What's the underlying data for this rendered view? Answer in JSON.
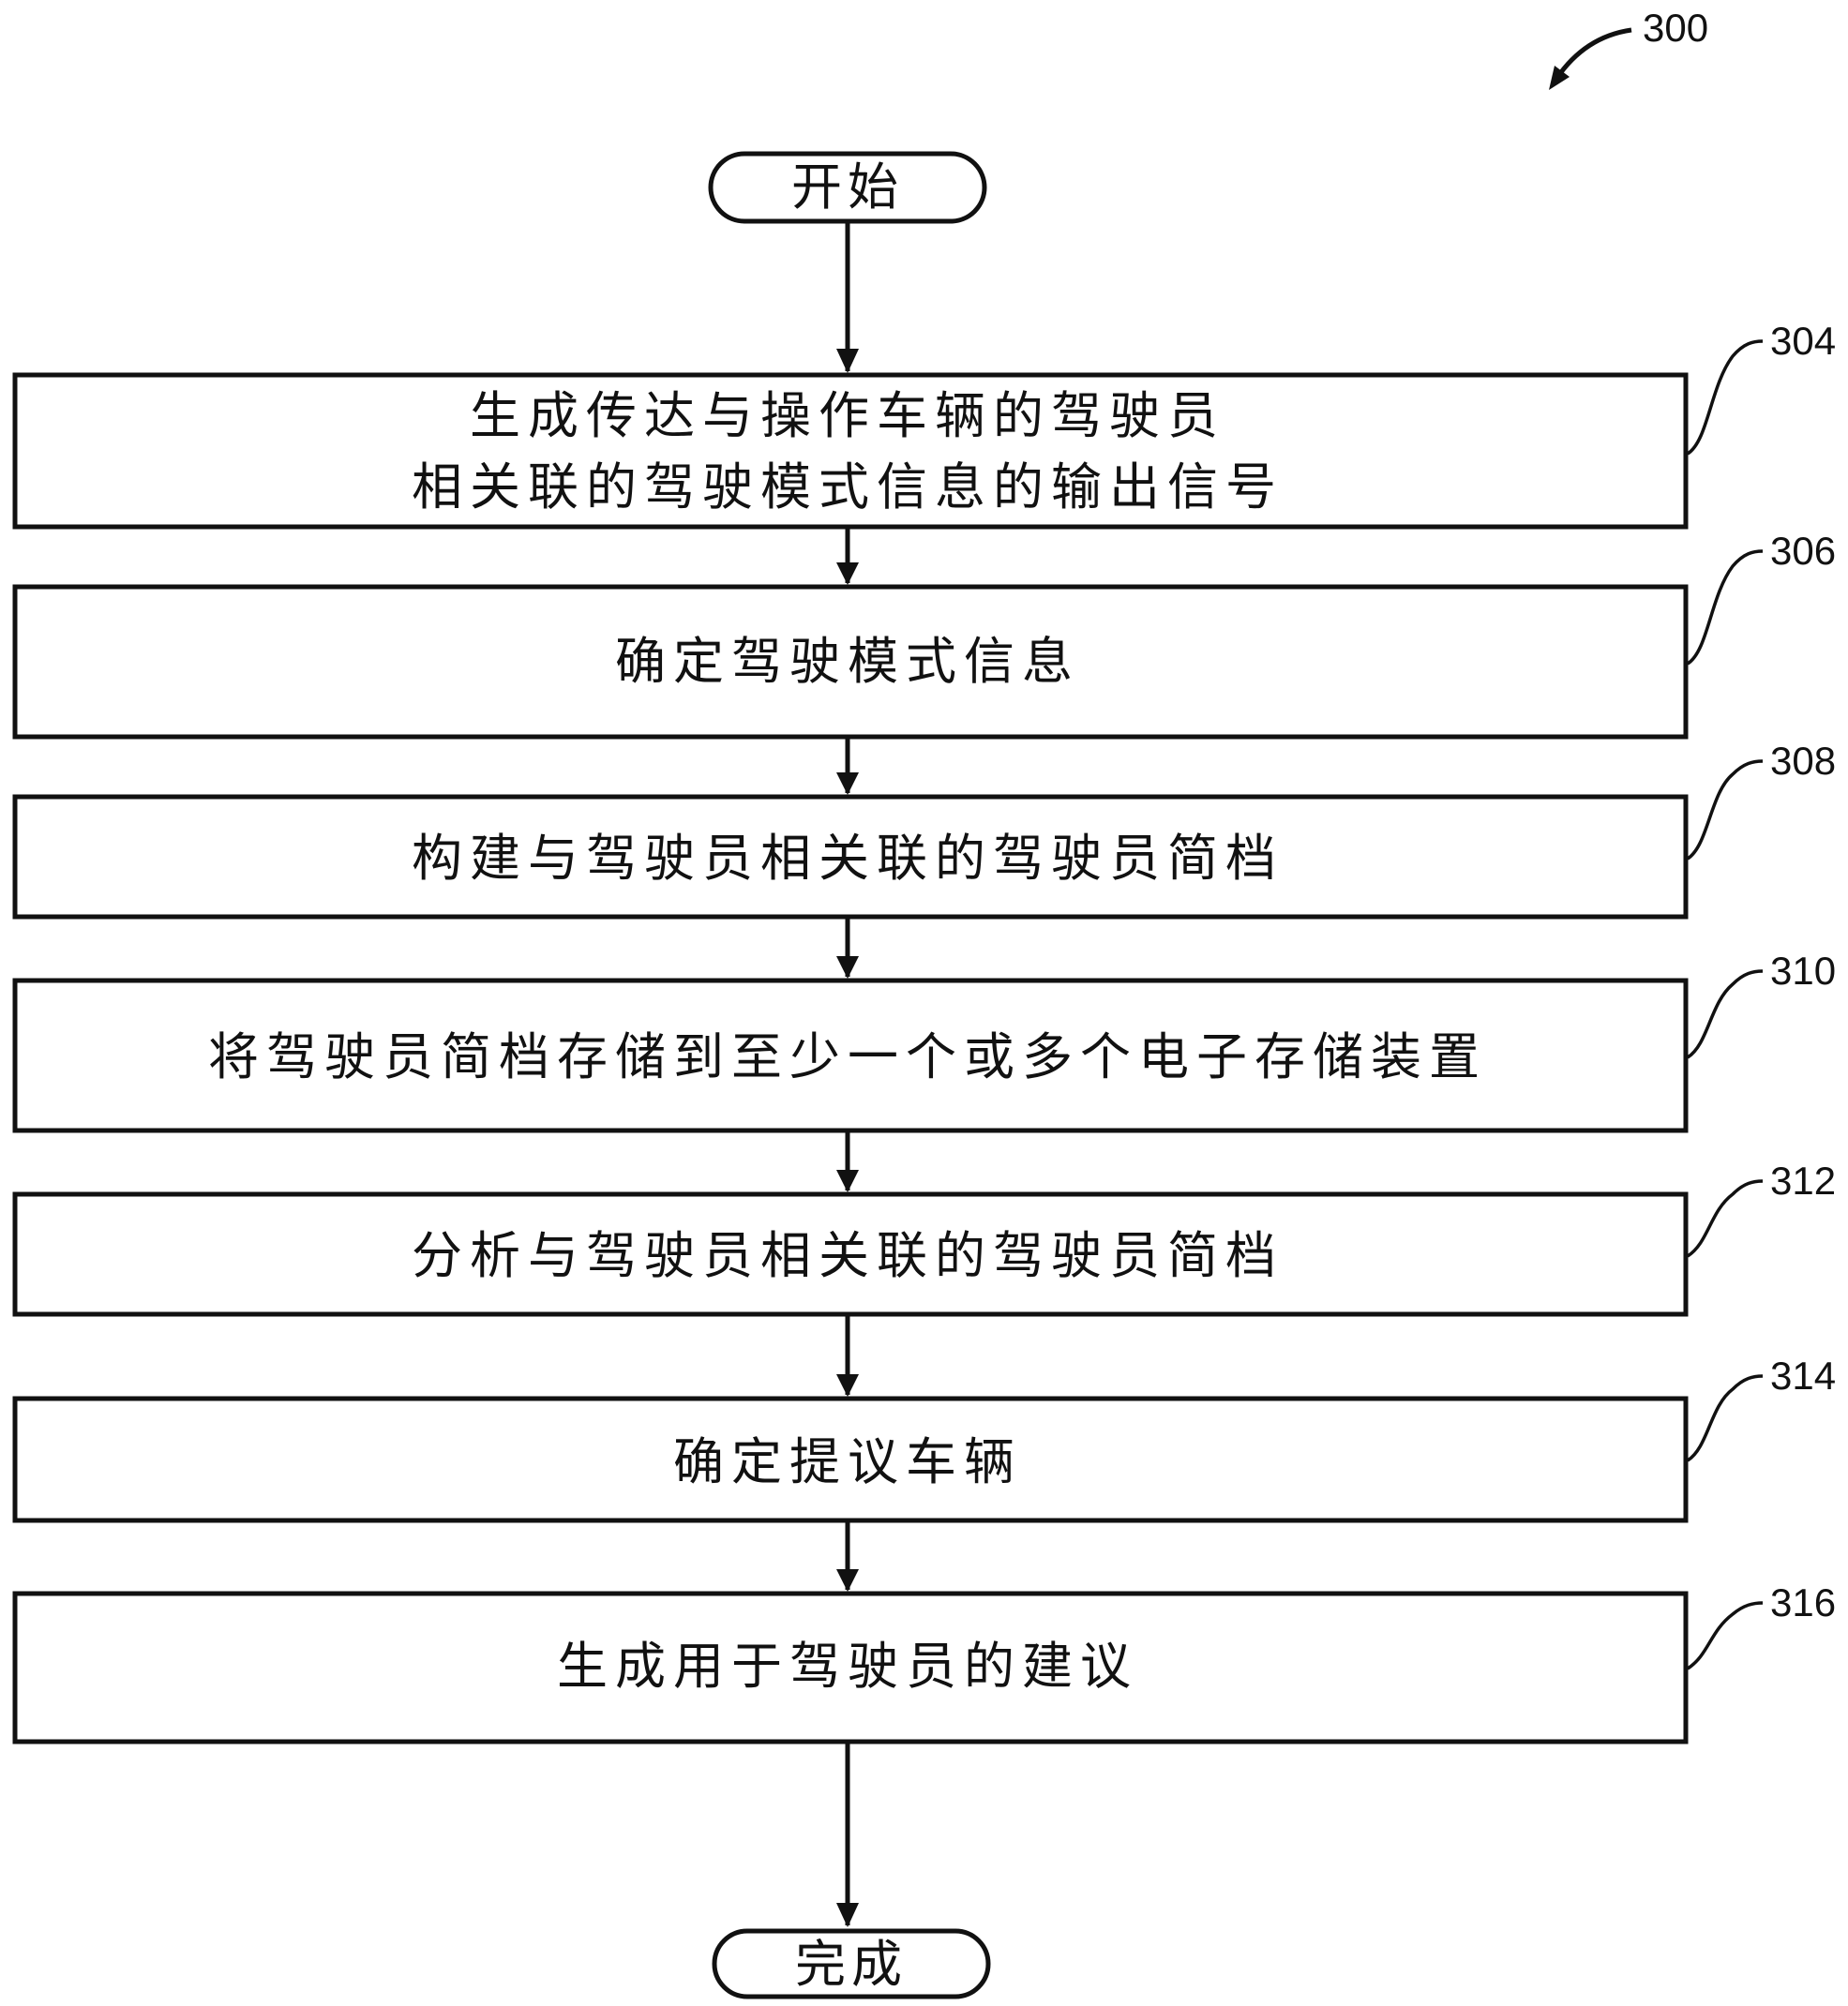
{
  "figure_ref": "300",
  "start": {
    "label": "开始"
  },
  "end": {
    "label": "完成"
  },
  "steps": [
    {
      "ref": "304",
      "lines": [
        "生成传达与操作车辆的驾驶员",
        "相关联的驾驶模式信息的输出信号"
      ]
    },
    {
      "ref": "306",
      "lines": [
        "确定驾驶模式信息"
      ]
    },
    {
      "ref": "308",
      "lines": [
        "构建与驾驶员相关联的驾驶员简档"
      ]
    },
    {
      "ref": "310",
      "lines": [
        "将驾驶员简档存储到至少一个或多个电子存储装置"
      ]
    },
    {
      "ref": "312",
      "lines": [
        "分析与驾驶员相关联的驾驶员简档"
      ]
    },
    {
      "ref": "314",
      "lines": [
        "确定提议车辆"
      ]
    },
    {
      "ref": "316",
      "lines": [
        "生成用于驾驶员的建议"
      ]
    }
  ]
}
